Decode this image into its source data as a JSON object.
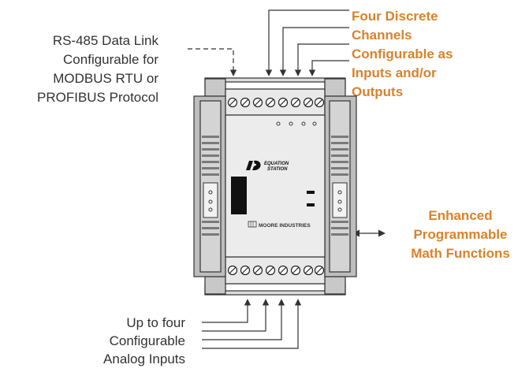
{
  "labels": {
    "rs485": [
      "RS-485 Data Link",
      "Configurable for",
      "MODBUS RTU or",
      "PROFIBUS Protocol"
    ],
    "discrete": [
      "Four Discrete",
      "Channels",
      "Configurable as",
      "Inputs and/or",
      "Outputs"
    ],
    "math": [
      "Enhanced",
      "Programmable",
      "Math Functions"
    ],
    "analog": [
      "Up to four",
      "Configurable",
      "Analog Inputs"
    ]
  },
  "device": {
    "logo_line1": "EQUATION",
    "logo_line2": "STATION",
    "brand": "MOORE INDUSTRIES",
    "top_terminal_count": 8,
    "bottom_terminal_count": 8
  },
  "colors": {
    "accent": "#d9822b",
    "text": "#333333",
    "device_light": "#e6e6e6",
    "device_mid": "#c8c8c8",
    "device_dark": "#a9a9a9",
    "outline": "#333333"
  }
}
